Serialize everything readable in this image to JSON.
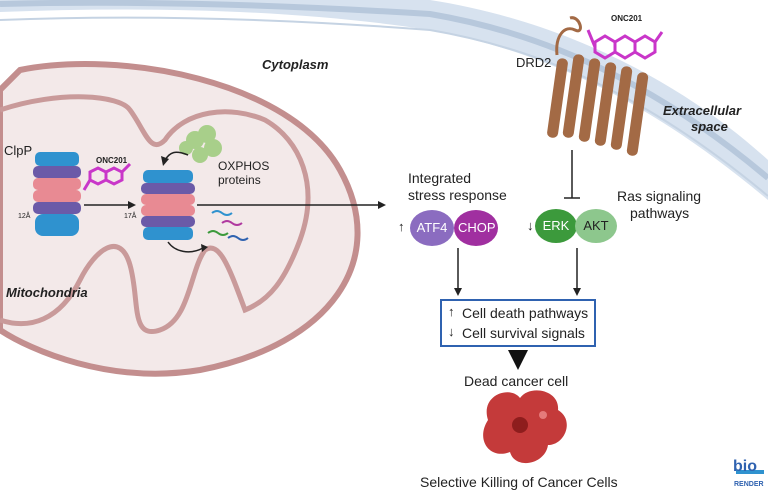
{
  "labels": {
    "cytoplasm": "Cytoplasm",
    "extracellular": "Extracellular space",
    "extracellular_line1": "Extracellular",
    "extracellular_line2": "space",
    "drd2": "DRD2",
    "onc201_top": "ONC201",
    "onc201_small": "ONC201",
    "clpp": "ClpP",
    "angstrom12": "12Å",
    "angstrom17": "17Å",
    "oxphos_line1": "OXPHOS",
    "oxphos_line2": "proteins",
    "isr_line1": "Integrated",
    "isr_line2": "stress response",
    "atf4": "ATF4",
    "chop": "CHOP",
    "erk": "ERK",
    "akt": "AKT",
    "ras_line1": "Ras signaling",
    "ras_line2": "pathways",
    "mitochondria": "Mitochondria",
    "cell_death": "Cell death pathways",
    "cell_survival": "Cell survival signals",
    "dead_cell": "Dead cancer cell",
    "selective": "Selective Killing of Cancer Cells",
    "logo_top": "bio",
    "logo_bottom": "RENDER"
  },
  "colors": {
    "membrane_blue": "#c7d5e6",
    "mito_outline": "#b98282",
    "mito_fill": "#f1e6e6",
    "receptor": "#a36a45",
    "atf4": "#8b6cc0",
    "chop": "#a02fa0",
    "erk": "#3c9a3c",
    "akt": "#8dc78d",
    "box_border": "#2f62b0",
    "dead_cell": "#c43a3a",
    "clpp_blue": "#2f92cf",
    "clpp_pink": "#e88a93",
    "onc201_magenta": "#c936c9"
  },
  "icons": [
    "clpp-protease-icon",
    "onc201-molecule-icon",
    "oxphos-protein-icon",
    "drd2-receptor-icon",
    "dead-cell-icon",
    "biorender-logo-icon"
  ]
}
